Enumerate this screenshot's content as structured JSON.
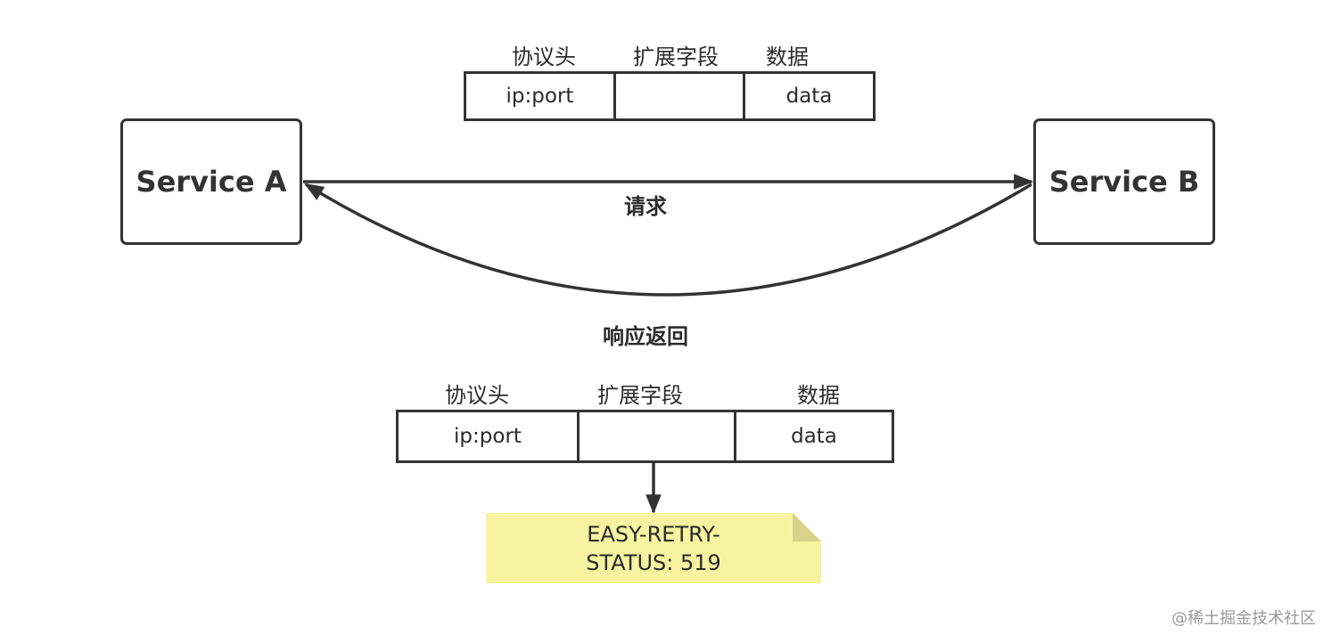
{
  "top_packet": {
    "headers": [
      "协议头",
      "扩展字段",
      "数据"
    ],
    "cells": [
      "ip:port",
      "",
      "data"
    ]
  },
  "service_a": "Service A",
  "service_b": "Service B",
  "request_label": "请求",
  "response_label": "响应返回",
  "bottom_packet": {
    "headers": [
      "协议头",
      "扩展字段",
      "数据"
    ],
    "cells": [
      "ip:port",
      "",
      "data"
    ]
  },
  "note": {
    "line1": "EASY-RETRY-",
    "line2": "STATUS: 519",
    "color": "#f7f3a0"
  },
  "watermark": "@稀土掘金技术社区"
}
